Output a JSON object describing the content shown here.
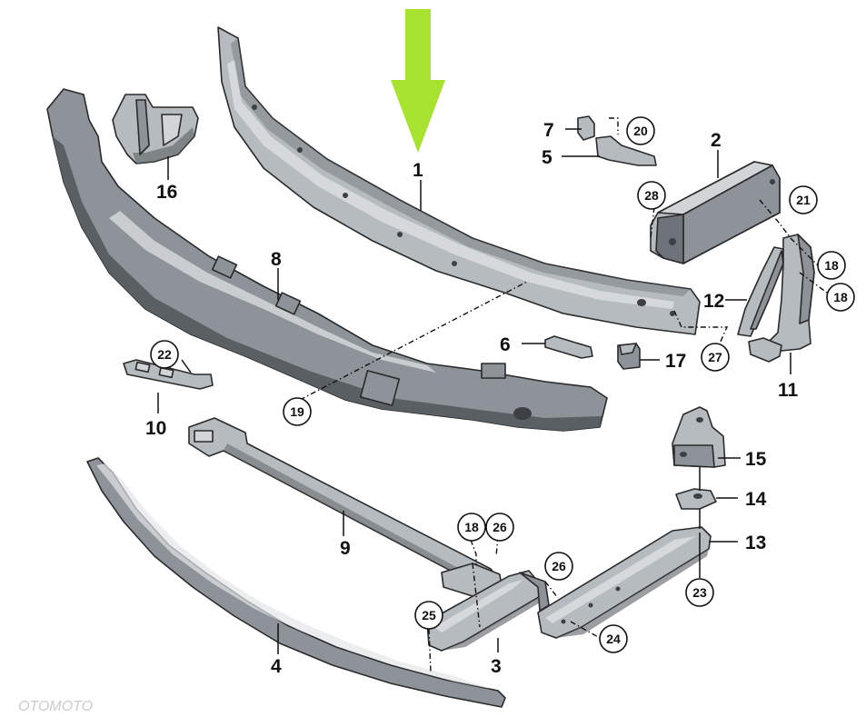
{
  "callout_numbers": [
    {
      "id": "n1",
      "text": "1"
    },
    {
      "id": "n2",
      "text": "2"
    },
    {
      "id": "n3",
      "text": "3"
    },
    {
      "id": "n4",
      "text": "4"
    },
    {
      "id": "n5",
      "text": "5"
    },
    {
      "id": "n6",
      "text": "6"
    },
    {
      "id": "n7",
      "text": "7"
    },
    {
      "id": "n8",
      "text": "8"
    },
    {
      "id": "n9",
      "text": "9"
    },
    {
      "id": "n10",
      "text": "10"
    },
    {
      "id": "n11",
      "text": "11"
    },
    {
      "id": "n12",
      "text": "12"
    },
    {
      "id": "n13",
      "text": "13"
    },
    {
      "id": "n14",
      "text": "14"
    },
    {
      "id": "n15",
      "text": "15"
    },
    {
      "id": "n16",
      "text": "16"
    },
    {
      "id": "n17",
      "text": "17"
    }
  ],
  "circled_numbers": [
    {
      "id": "c18a",
      "text": "18"
    },
    {
      "id": "c18b",
      "text": "18"
    },
    {
      "id": "c18c",
      "text": "18"
    },
    {
      "id": "c19",
      "text": "19"
    },
    {
      "id": "c20",
      "text": "20"
    },
    {
      "id": "c21",
      "text": "21"
    },
    {
      "id": "c22",
      "text": "22"
    },
    {
      "id": "c23",
      "text": "23"
    },
    {
      "id": "c24",
      "text": "24"
    },
    {
      "id": "c25",
      "text": "25"
    },
    {
      "id": "c26a",
      "text": "26"
    },
    {
      "id": "c26b",
      "text": "26"
    },
    {
      "id": "c27",
      "text": "27"
    },
    {
      "id": "c28",
      "text": "28"
    }
  ],
  "highlight_arrow_color": "#a6e22e",
  "watermark": "OTOMOTO"
}
